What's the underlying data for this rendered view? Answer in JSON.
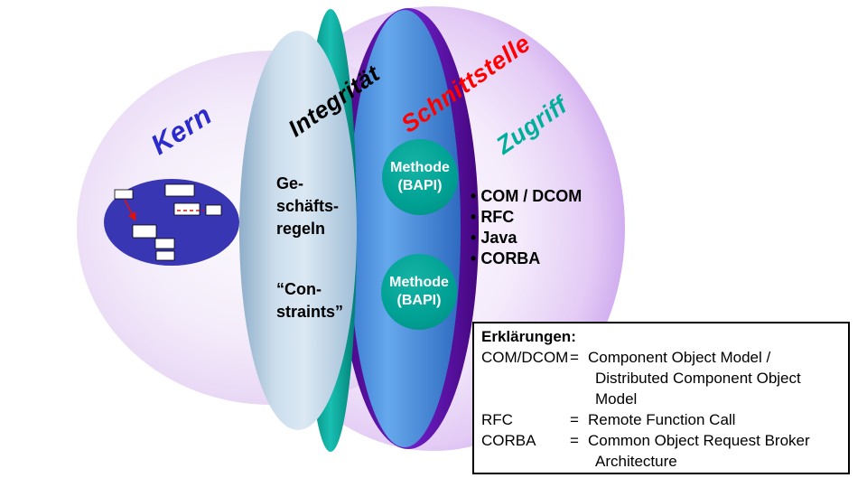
{
  "colors": {
    "kern_label": "#2B2BCC",
    "integritaet_label": "#000000",
    "schnittstelle_label": "#FF0000",
    "zugriff_label": "#00AF9A",
    "methode_circle": "#00A295",
    "blue_band": "#4A90DC",
    "steel_band": "#C8DAEA",
    "teal_band": "#00A99C",
    "purple_band": "#5A10AE",
    "zugriff_band": "#CDA4EF",
    "kern_fill": "#EFE4F8",
    "core_ellipse": "#3936B4"
  },
  "layers": {
    "kern": {
      "label": "Kern"
    },
    "integritaet": {
      "label": "Integrität",
      "text1": "Ge-\nschäfts-\nregeln",
      "text2": "“Con-\nstraints”"
    },
    "schnittstelle": {
      "label": "Schnittstelle",
      "methode1": "Methode\n(BAPI)",
      "methode2": "Methode\n(BAPI)"
    },
    "zugriff": {
      "label": "Zugriff",
      "items": [
        "COM / DCOM",
        "RFC",
        "Java",
        "CORBA"
      ]
    }
  },
  "legend": {
    "title": "Erklärungen:",
    "rows": [
      {
        "term": "COM/DCOM",
        "eq": "=",
        "lines": [
          "Component Object Model /",
          "Distributed Component Object",
          "Model"
        ]
      },
      {
        "term": "RFC",
        "eq": "=",
        "lines": [
          "Remote Function Call"
        ]
      },
      {
        "term": "CORBA",
        "eq": "=",
        "lines": [
          "Common Object Request Broker",
          "Architecture"
        ]
      }
    ]
  }
}
